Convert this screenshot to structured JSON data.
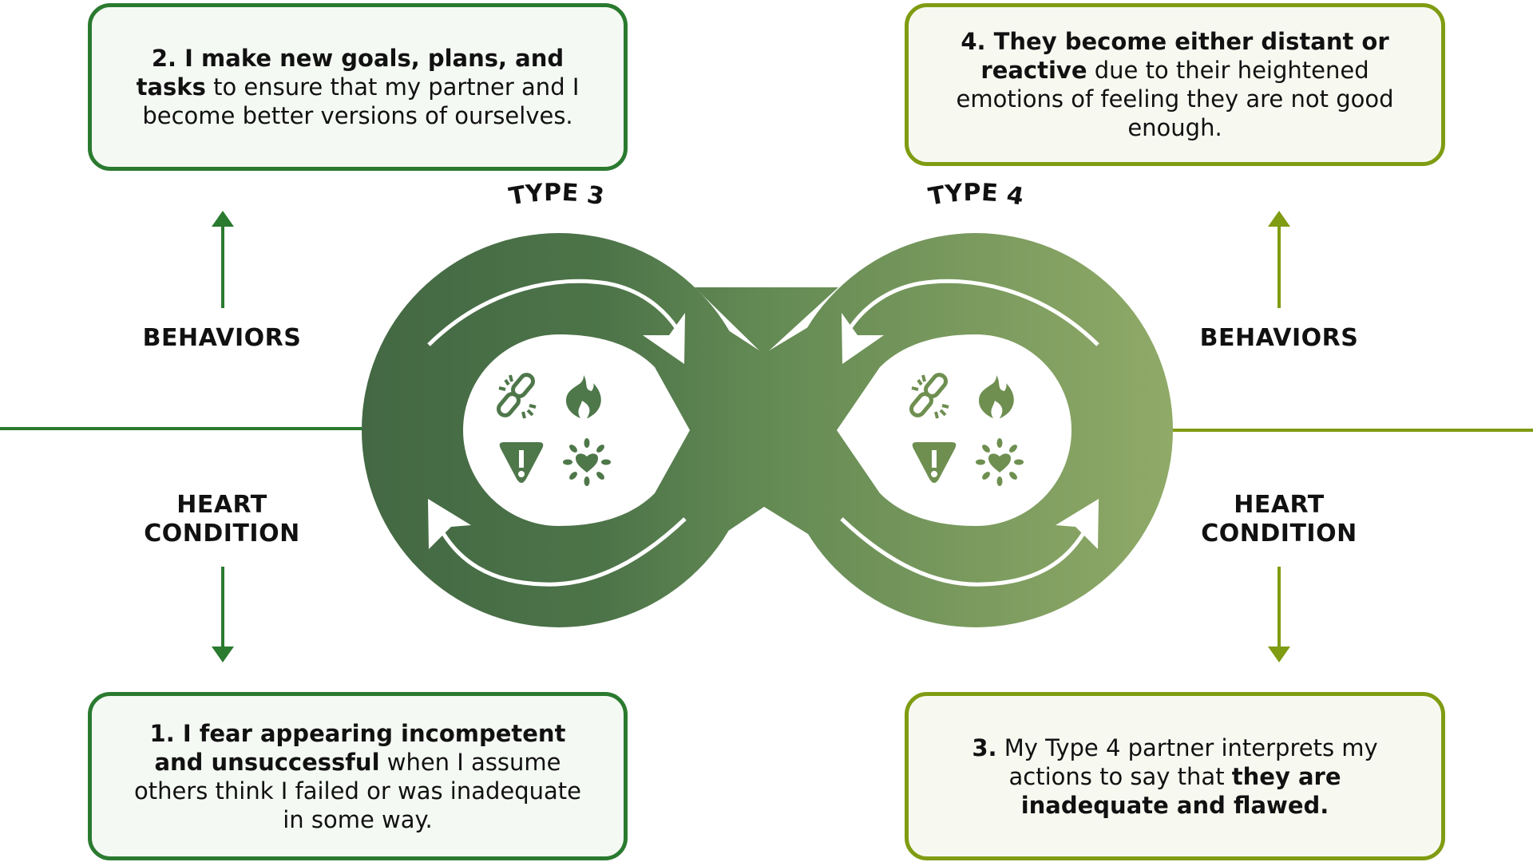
{
  "colors": {
    "type3_dark": "#456b45",
    "type3_line": "#2a7a2f",
    "type4_light": "#8ea865",
    "type4_line": "#7f9c12",
    "box_fill": "#f5f9f4"
  },
  "loops": {
    "type3": {
      "label": "TYPE 3",
      "icons": [
        "broken-link-icon",
        "flame-icon",
        "warning-icon",
        "heart-burst-icon"
      ]
    },
    "type4": {
      "label": "TYPE 4",
      "icons": [
        "broken-link-icon",
        "flame-icon",
        "warning-icon",
        "heart-burst-icon"
      ]
    }
  },
  "side_labels": {
    "left_behaviors": "BEHAVIORS",
    "left_heart_line1": "HEART",
    "left_heart_line2": "CONDITION",
    "right_behaviors": "BEHAVIORS",
    "right_heart_line1": "HEART",
    "right_heart_line2": "CONDITION"
  },
  "steps": {
    "step1": {
      "bold": "1. I fear appearing incompetent and unsuccessful",
      "rest": " when I assume others think I failed or was inadequate in some way."
    },
    "step2": {
      "bold": "2. I make new goals, plans, and tasks",
      "rest": " to ensure that my partner and I become better versions of ourselves."
    },
    "step3": {
      "bold_lead": "3.",
      "middle": " My Type 4 partner interprets my actions to say that ",
      "bold_tail": "they are inadequate and flawed."
    },
    "step4": {
      "bold": "4. They become either distant or reactive",
      "rest": " due to their heightened emotions of feeling they are not good enough."
    }
  }
}
